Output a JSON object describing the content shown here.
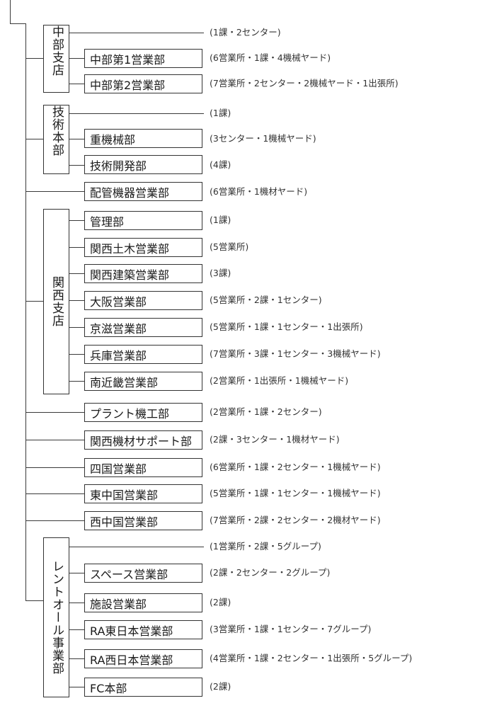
{
  "groups": [
    {
      "name": "中部支店",
      "note": "(1課・2センター)",
      "items": [
        {
          "name": "中部第1営業部",
          "note": "(6営業所・1課・4機械ヤード)"
        },
        {
          "name": "中部第2営業部",
          "note": "(7営業所・2センター・2機械ヤード・1出張所)"
        }
      ]
    },
    {
      "name": "技術本部",
      "note": "(1課)",
      "items": [
        {
          "name": "重機械部",
          "note": "(3センター・1機械ヤード)"
        },
        {
          "name": "技術開発部",
          "note": "(4課)"
        }
      ]
    },
    {
      "name": "",
      "note": "",
      "items": [
        {
          "name": "配管機器営業部",
          "note": "(6営業所・1機材ヤード)"
        }
      ]
    },
    {
      "name": "関西支店",
      "note": "",
      "items": [
        {
          "name": "管理部",
          "note": "(1課)"
        },
        {
          "name": "関西土木営業部",
          "note": "(5営業所)"
        },
        {
          "name": "関西建築営業部",
          "note": "(3課)"
        },
        {
          "name": "大阪営業部",
          "note": "(5営業所・2課・1センター)"
        },
        {
          "name": "京滋営業部",
          "note": "(5営業所・1課・1センター・1出張所)"
        },
        {
          "name": "兵庫営業部",
          "note": "(7営業所・3課・1センター・3機械ヤード)"
        },
        {
          "name": "南近畿営業部",
          "note": "(2営業所・1出張所・1機械ヤード)"
        }
      ]
    },
    {
      "name": "",
      "note": "",
      "items": [
        {
          "name": "プラント機工部",
          "note": "(2営業所・1課・2センター)"
        },
        {
          "name": "関西機材サポート部",
          "note": "(2課・3センター・1機材ヤード)"
        },
        {
          "name": "四国営業部",
          "note": "(6営業所・1課・2センター・1機械ヤード)"
        },
        {
          "name": "東中国営業部",
          "note": "(5営業所・1課・1センター・1機械ヤード)"
        },
        {
          "name": "西中国営業部",
          "note": "(7営業所・2課・2センター・2機材ヤード)"
        }
      ]
    },
    {
      "name": "レントオール事業部",
      "note": "(1営業所・2課・5グループ)",
      "items": [
        {
          "name": "スペース営業部",
          "note": "(2課・2センター・2グループ)"
        },
        {
          "name": "施設営業部",
          "note": "(2課)"
        },
        {
          "name": "RA東日本営業部",
          "note": "(3営業所・1課・1センター・7グループ)"
        },
        {
          "name": "RA西日本営業部",
          "note": "(4営業所・1課・2センター・1出張所・5グループ)"
        },
        {
          "name": "FC本部",
          "note": "(2課)"
        }
      ]
    }
  ]
}
